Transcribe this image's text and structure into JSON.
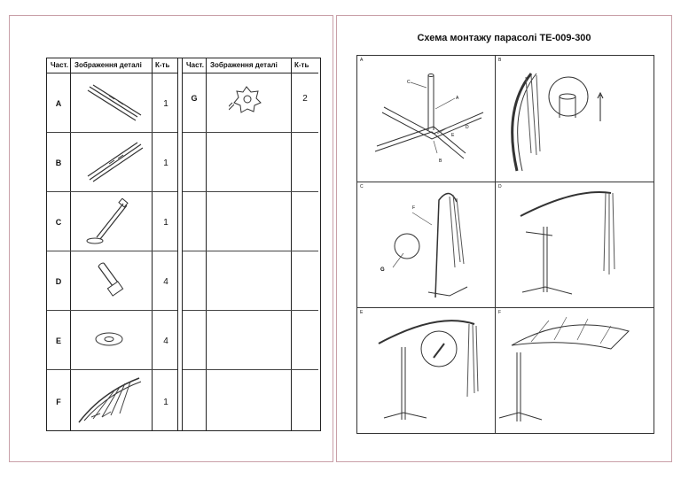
{
  "parts_table": {
    "headers": {
      "part": "Част.",
      "image": "Зображення деталі",
      "qty": "К-ть"
    },
    "rows": [
      {
        "part": "A",
        "qty": "1",
        "icon": "cross-base-bar-icon"
      },
      {
        "part": "B",
        "qty": "1",
        "icon": "cross-base-bar-short-icon"
      },
      {
        "part": "C",
        "qty": "1",
        "icon": "pole-with-plate-icon"
      },
      {
        "part": "D",
        "qty": "4",
        "icon": "bolt-icon"
      },
      {
        "part": "E",
        "qty": "4",
        "icon": "washer-icon"
      },
      {
        "part": "F",
        "qty": "1",
        "icon": "folded-umbrella-icon"
      }
    ],
    "right_rows": [
      {
        "part": "G",
        "qty": "2",
        "icon": "star-knob-icon"
      }
    ]
  },
  "title": "Схема монтажу парасолі TE-009-300",
  "steps": [
    {
      "letter": "A",
      "labels": [
        "C",
        "A",
        "D",
        "E",
        "B"
      ]
    },
    {
      "letter": "B",
      "labels": []
    },
    {
      "letter": "C",
      "labels": [
        "F",
        "G"
      ]
    },
    {
      "letter": "D",
      "labels": []
    },
    {
      "letter": "E",
      "labels": []
    },
    {
      "letter": "F",
      "labels": []
    }
  ]
}
